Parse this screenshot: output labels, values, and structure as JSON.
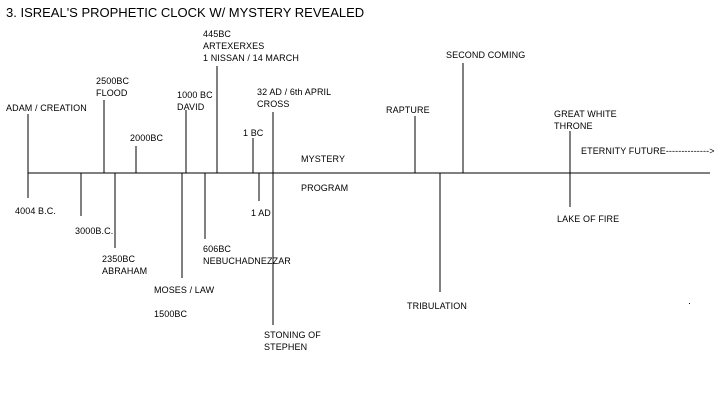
{
  "title": "3. ISREAL'S PROPHETIC CLOCK W/ MYSTERY REVEALED",
  "timeline": {
    "eternity_label": "ETERNITY FUTURE-------------->",
    "mystery_upper": "MYSTERY",
    "mystery_lower": "PROGRAM"
  },
  "events_above": [
    {
      "id": "adam",
      "text": "ADAM / CREATION"
    },
    {
      "id": "flood",
      "text": "2500BC\nFLOOD"
    },
    {
      "id": "2000bc",
      "text": "2000BC"
    },
    {
      "id": "david",
      "text": "1000 BC\nDAVID"
    },
    {
      "id": "artexerxes",
      "text": "445BC\nARTEXERXES\n1 NISSAN / 14 MARCH"
    },
    {
      "id": "1bc",
      "text": "1 BC"
    },
    {
      "id": "cross",
      "text": "32 AD / 6th APRIL\nCROSS"
    },
    {
      "id": "rapture",
      "text": "RAPTURE"
    },
    {
      "id": "second-coming",
      "text": "SECOND COMING"
    },
    {
      "id": "great-white-throne",
      "text": "GREAT WHITE\nTHRONE"
    }
  ],
  "events_below": [
    {
      "id": "4004bc",
      "text": "4004 B.C."
    },
    {
      "id": "3000bc",
      "text": "3000B.C."
    },
    {
      "id": "abraham",
      "text": "2350BC\nABRAHAM"
    },
    {
      "id": "moses",
      "text": "MOSES / LAW\n\n1500BC"
    },
    {
      "id": "nebuchadnezzar",
      "text": "606BC\nNEBUCHADNEZZAR"
    },
    {
      "id": "1ad",
      "text": "1 AD"
    },
    {
      "id": "stephen",
      "text": "STONING OF\nSTEPHEN"
    },
    {
      "id": "tribulation",
      "text": "TRIBULATION"
    },
    {
      "id": "lake-of-fire",
      "text": "LAKE OF FIRE"
    }
  ]
}
